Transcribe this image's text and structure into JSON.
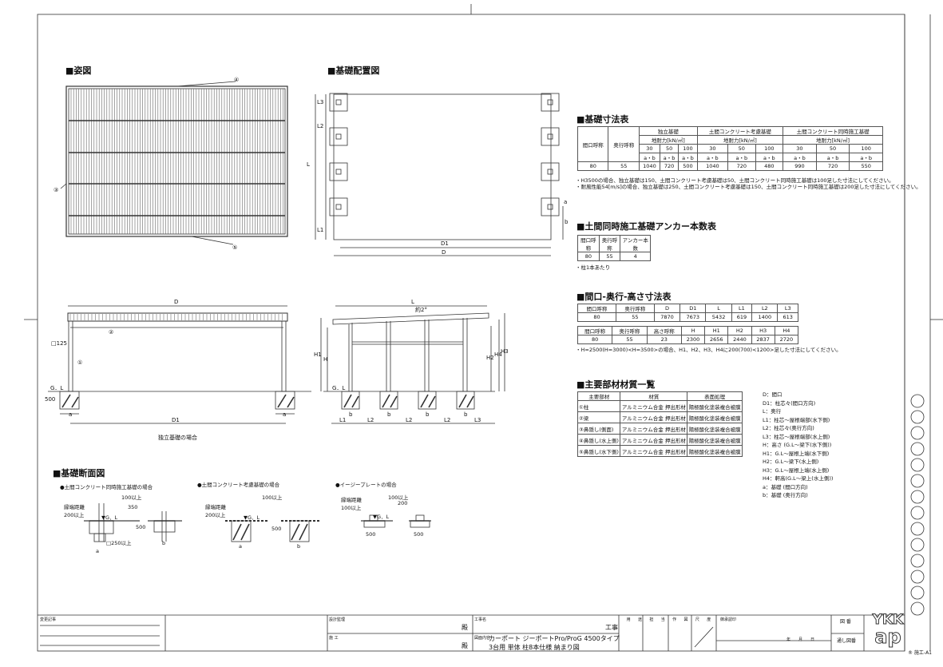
{
  "sections": {
    "plan": "■姿図",
    "layout": "■基礎配置図",
    "section": "■基礎断面図",
    "dims": "■基礎寸法表",
    "anchor": "■土間同時施工基礎アンカー本数表",
    "size": "■間口-奥行-高さ寸法表",
    "material": "■主要部材材質一覧"
  },
  "plan_labels": {
    "c3": "③",
    "c4": "④",
    "c5": "⑤"
  },
  "layout_labels": {
    "L": "L",
    "L1": "L1",
    "L2": "L2",
    "L3": "L3",
    "D": "D",
    "D1": "D1",
    "a": "a",
    "b": "b"
  },
  "front": {
    "D": "D",
    "D1": "D1",
    "post": "□125",
    "c1": "①",
    "c2": "②",
    "gl": "G．L",
    "depth": "500",
    "a": "a",
    "caption": "独立基礎の場合"
  },
  "side": {
    "L": "L",
    "slope": "約2°",
    "H": "H",
    "H1": "H1",
    "H2": "H2",
    "H3": "H3",
    "H4": "H4",
    "gl": "G．L",
    "b": "b",
    "L1": "L1",
    "L2": "L2",
    "L3": "L3"
  },
  "section_views": [
    {
      "title": "●土間コンクリート同時施工基礎の場合",
      "edge": "縁端距離",
      "edge_val": "200以上",
      "d1": "100以上",
      "d2": "350",
      "d3": "500",
      "sq": "□250以上",
      "a": "a",
      "b": "b",
      "g": "▼G．L"
    },
    {
      "title": "●土間コンクリート考慮基礎の場合",
      "edge": "縁端距離",
      "edge_val": "200以上",
      "d1": "100以上",
      "d3": "500",
      "a": "a",
      "b": "b",
      "g": "▼G．L"
    },
    {
      "title": "●イージープレートの場合",
      "edge": "縁端距離",
      "edge_val": "100以上",
      "d1": "100以上",
      "d2": "200",
      "w1": "500",
      "w2": "500",
      "g": "▼G．L"
    }
  ],
  "dims_table": {
    "groups": [
      "独立基礎",
      "土間コンクリート考慮基礎",
      "土間コンクリート同時施工基礎"
    ],
    "h1": "間口呼称",
    "h2": "奥行呼称",
    "bearing": "地耐力[kN/㎡]",
    "loads": [
      "30",
      "50",
      "100"
    ],
    "ab": "a・b",
    "row": [
      "80",
      "55",
      "1040",
      "720",
      "500",
      "1040",
      "720",
      "480",
      "990",
      "720",
      "550"
    ],
    "notes": [
      "・H3500の場合、独立基礎は150、土間コンクリート考慮基礎は50、土間コンクリート同時施工基礎は100足した寸法にしてください。",
      "・耐風性能54[m/s]の場合、独立基礎は250、土間コンクリート考慮基礎は150、土間コンクリート同時施工基礎は200足した寸法にしてください。"
    ]
  },
  "anchor_table": {
    "headers": [
      "間口呼称",
      "奥行呼称",
      "アンカー本数"
    ],
    "row": [
      "80",
      "55",
      "4"
    ],
    "note": "・柱1本あたり"
  },
  "size_table": {
    "h1": [
      "間口呼称",
      "奥行呼称",
      "D",
      "D1",
      "L",
      "L1",
      "L2",
      "L3"
    ],
    "r1": [
      "80",
      "55",
      "7870",
      "7673",
      "5432",
      "619",
      "1400",
      "613"
    ],
    "h2": [
      "間口呼称",
      "奥行呼称",
      "高さ呼称",
      "H",
      "H1",
      "H2",
      "H3",
      "H4"
    ],
    "r2": [
      "80",
      "55",
      "23",
      "2300",
      "2656",
      "2440",
      "2837",
      "2720"
    ],
    "note": "・H=2500(H=3000)<H=3500>の場合、H1、H2、H3、H4に200(700)<1200>足した寸法にしてください。"
  },
  "material_table": {
    "headers": [
      "主要部材",
      "材質",
      "表面処理"
    ],
    "rows": [
      [
        "①柱",
        "アルミニウム合金 押出形材",
        "陽極酸化塗装複合被膜"
      ],
      [
        "②梁",
        "アルミニウム合金 押出形材",
        "陽極酸化塗装複合被膜"
      ],
      [
        "③鼻隠し(側面)",
        "アルミニウム合金 押出形材",
        "陽極酸化塗装複合被膜"
      ],
      [
        "④鼻隠し(水上側)",
        "アルミニウム合金 押出形材",
        "陽極酸化塗装複合被膜"
      ],
      [
        "⑤鼻隠し(水下側)",
        "アルミニウム合金 押出形材",
        "陽極酸化塗装複合被膜"
      ]
    ]
  },
  "legend": [
    "D：間口",
    "D1：柱芯々(間口方向)",
    "L：奥行",
    "L1：柱芯～屋根端部(水下側)",
    "L2：柱芯々(奥行方向)",
    "L3：柱芯～屋根端部(水上側)",
    "H：高さ (G.L～梁下(水下側))",
    "H1：G.L～屋根上端(水下側)",
    "H2：G.L～梁下(水上側)",
    "H3：G.L～屋根上端(水上側)",
    "H4：軒高(G.L～梁上(水上側))",
    "a：基礎 (間口方向)",
    "b：基礎 (奥行方向)"
  ],
  "title_block": {
    "change": "変更記事",
    "supervisor": "設計監理",
    "contractor": "施 工",
    "dono1": "殿",
    "dono2": "殿",
    "project": "工事名",
    "koji": "工事",
    "content_label": "図面内容",
    "content1": "カーポート ジーポートPro/ProG 4500タイプ",
    "content2": "3台用 単体 柱8本仕様 納まり図",
    "cols": [
      "用",
      "途",
      "担",
      "当",
      "作",
      "図",
      "尺",
      "度"
    ],
    "approval": "御承認印",
    "date": "年　　月　　日",
    "zuban": "図 番",
    "tsushi": "通し図番",
    "logo1": "YKK",
    "logo2": "ap",
    "sheet": "® 施工-A1"
  }
}
